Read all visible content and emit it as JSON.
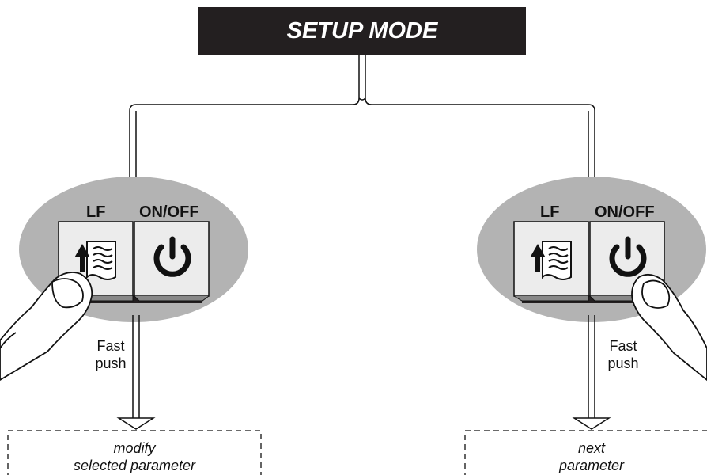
{
  "title": "SETUP MODE",
  "colors": {
    "banner": "#231f20",
    "panel": "#b3b3b3",
    "key": "#ececec",
    "ink": "#111111"
  },
  "left": {
    "button_labels": [
      "LF",
      "ON/OFF"
    ],
    "action": [
      "Fast",
      "push"
    ],
    "result": [
      "modify",
      "selected parameter"
    ],
    "pressed_button": "LF",
    "icons": [
      "paper-feed-icon",
      "power-icon",
      "finger-icon"
    ]
  },
  "right": {
    "button_labels": [
      "LF",
      "ON/OFF"
    ],
    "action": [
      "Fast",
      "push"
    ],
    "result": [
      "next",
      "parameter"
    ],
    "pressed_button": "ON/OFF",
    "icons": [
      "paper-feed-icon",
      "power-icon",
      "finger-icon"
    ]
  }
}
